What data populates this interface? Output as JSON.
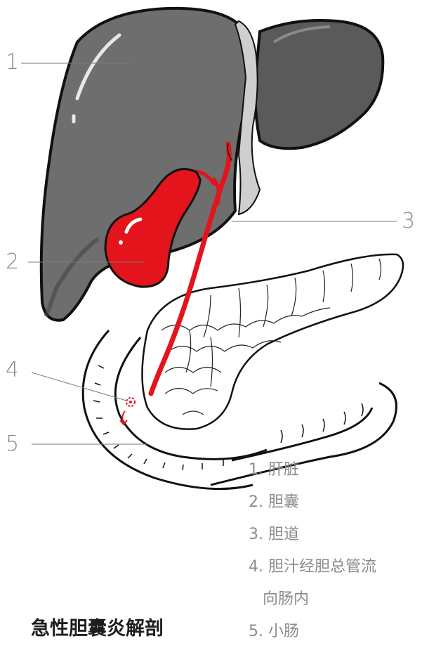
{
  "figure": {
    "title": "急性胆囊炎解剖",
    "callouts": [
      "1",
      "2",
      "3",
      "4",
      "5"
    ],
    "legend": [
      "1. 肝脏",
      "2. 胆囊",
      "3. 胆道",
      "4. 胆汁经胆总管流",
      "向肠内",
      "5. 小肠"
    ],
    "colors": {
      "liver": "#6a6a6a",
      "liver_dark": "#3d3d3d",
      "gallbladder": "#e3141b",
      "bile_duct": "#e3141b",
      "outline": "#111111",
      "label": "#8a8a8a"
    }
  }
}
